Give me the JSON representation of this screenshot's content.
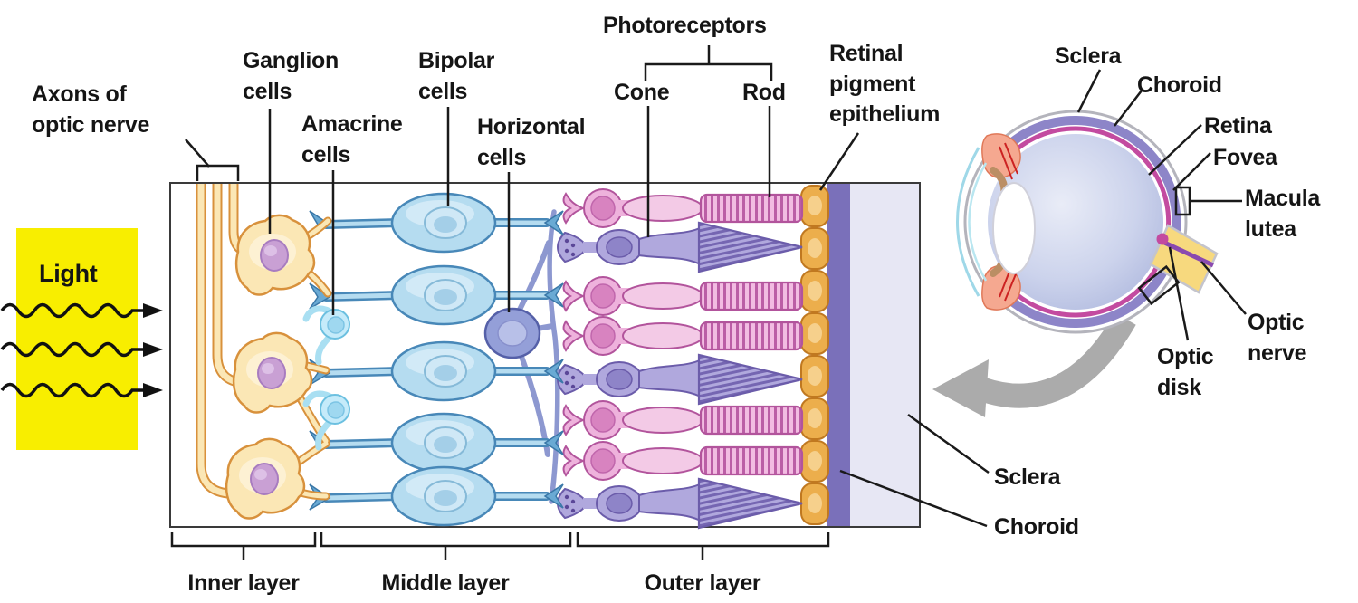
{
  "diagram": {
    "labels": {
      "axons_optic_nerve": "Axons of\noptic nerve",
      "ganglion_cells": "Ganglion\ncells",
      "amacrine_cells": "Amacrine\ncells",
      "bipolar_cells": "Bipolar\ncells",
      "horizontal_cells": "Horizontal\ncells",
      "photoreceptors": "Photoreceptors",
      "cone": "Cone",
      "rod": "Rod",
      "retinal_pigment_epithelium": "Retinal\npigment\nepithelium",
      "light": "Light"
    },
    "layers": {
      "inner": "Inner layer",
      "middle": "Middle layer",
      "outer": "Outer layer"
    },
    "bands": {
      "sclera": "Sclera",
      "choroid": "Choroid"
    }
  },
  "eye": {
    "labels": {
      "sclera": "Sclera",
      "choroid": "Choroid",
      "retina": "Retina",
      "fovea": "Fovea",
      "macula_lutea": "Macula\nlutea",
      "optic_disk": "Optic\ndisk",
      "optic_nerve": "Optic\nnerve"
    }
  },
  "icons": {
    "light_arrows": "wavy-arrow-right",
    "zoom_arrow": "curved-arrow-left"
  },
  "colors": {
    "light_box": "#f8ee00",
    "axon_ganglion_fill": "#fbe7b5",
    "axon_ganglion_stroke": "#d8913c",
    "ganglion_nucleus": "#c9a0d4",
    "amacrine_fill": "#c5ebfa",
    "bipolar_fill": "#b5dcf0",
    "bipolar_stroke": "#4888b8",
    "horizontal_cell": "#949fd8",
    "rod_fill": "#eeb2dc",
    "rod_stroke": "#b2549c",
    "cone_fill": "#b0a8dd",
    "cone_stroke": "#6b5caa",
    "rpe_fill": "#ecae4c",
    "rpe_stroke": "#c07820",
    "choroid_band": "#7a70ba",
    "sclera_band": "#e7e7f4",
    "eye_choroid_ring": "#8d85c8",
    "eye_retina_ring": "#c34ba0",
    "optic_nerve_yellow": "#f7d97e",
    "zoom_arrow_grey": "#ababab"
  }
}
